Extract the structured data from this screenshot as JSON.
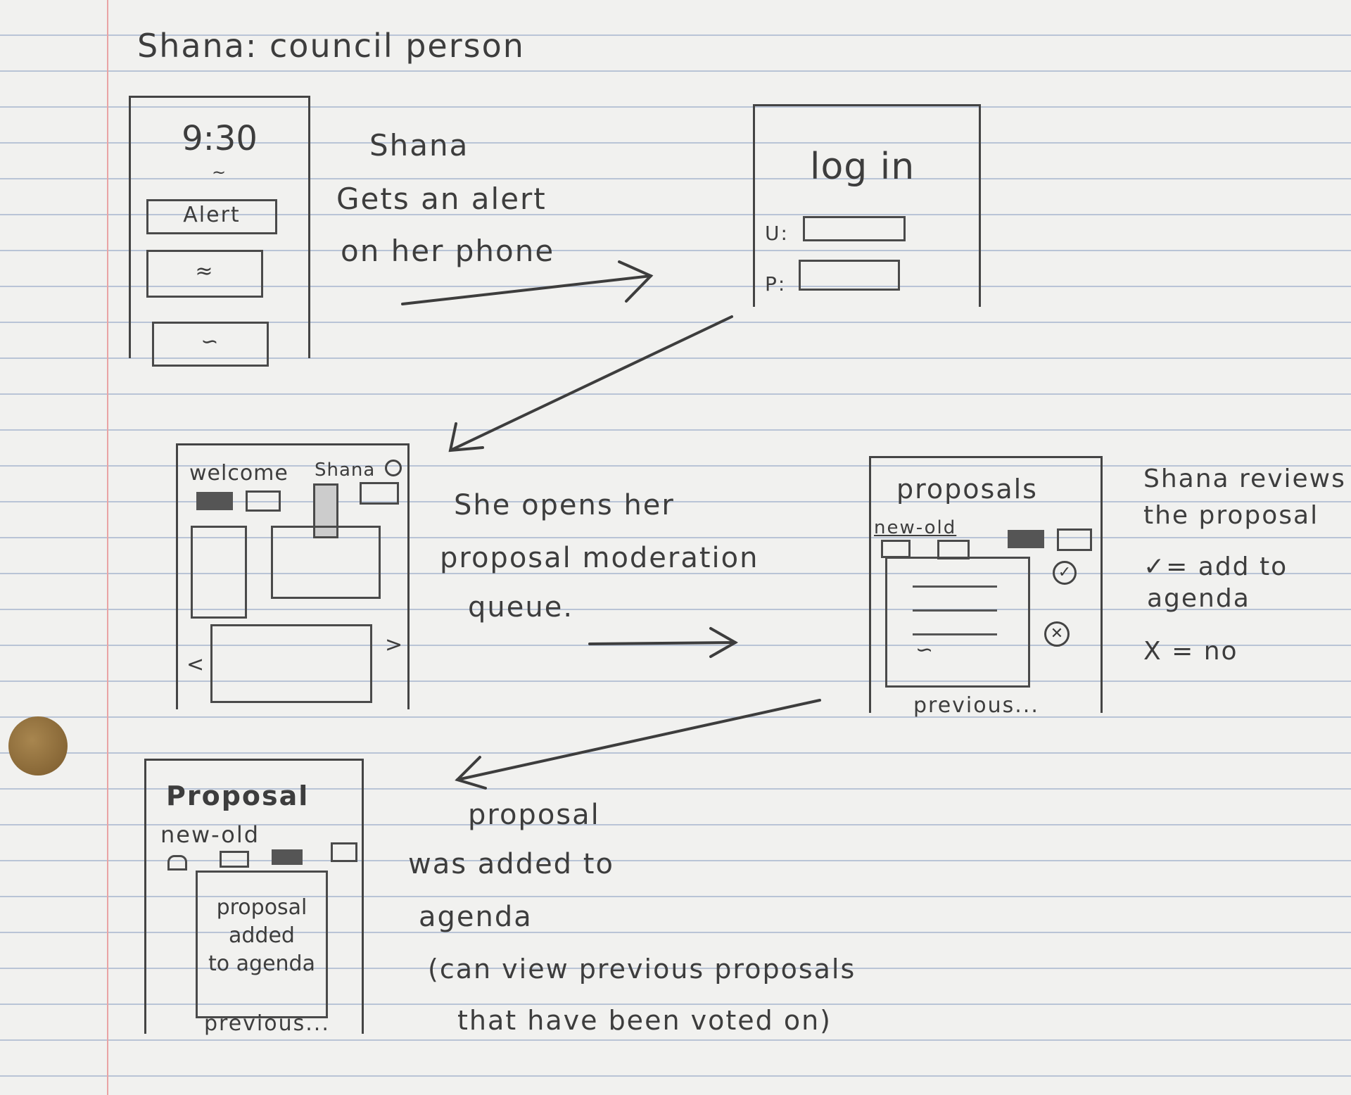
{
  "title": "Shana: council person",
  "step1": {
    "phone_time": "9:30",
    "alert_label": "Alert",
    "caption": [
      "Shana",
      "Gets an alert",
      "on her phone"
    ]
  },
  "step2": {
    "heading": "log in",
    "user_label": "U:",
    "pass_label": "P:"
  },
  "step3": {
    "welcome": "welcome",
    "user_name": "Shana",
    "prev_arrow": "<",
    "next_arrow": ">",
    "caption": [
      "She opens her",
      "proposal moderation",
      "queue."
    ]
  },
  "step4": {
    "heading": "proposals",
    "filter": "new-old",
    "footer": "previous...",
    "caption": [
      "Shana reviews",
      "the proposal",
      "✓= add to",
      "agenda",
      "X = no"
    ]
  },
  "step5": {
    "heading": "Proposal",
    "filter": "new-old",
    "message": [
      "proposal",
      "added",
      "to agenda"
    ],
    "footer": "previous...",
    "caption": [
      "proposal",
      "was added to",
      "agenda",
      "(can view previous proposals",
      "that have been voted on)"
    ]
  },
  "icons": {
    "search": "search-icon",
    "approve": "check-circle-icon",
    "reject": "x-circle-icon"
  }
}
